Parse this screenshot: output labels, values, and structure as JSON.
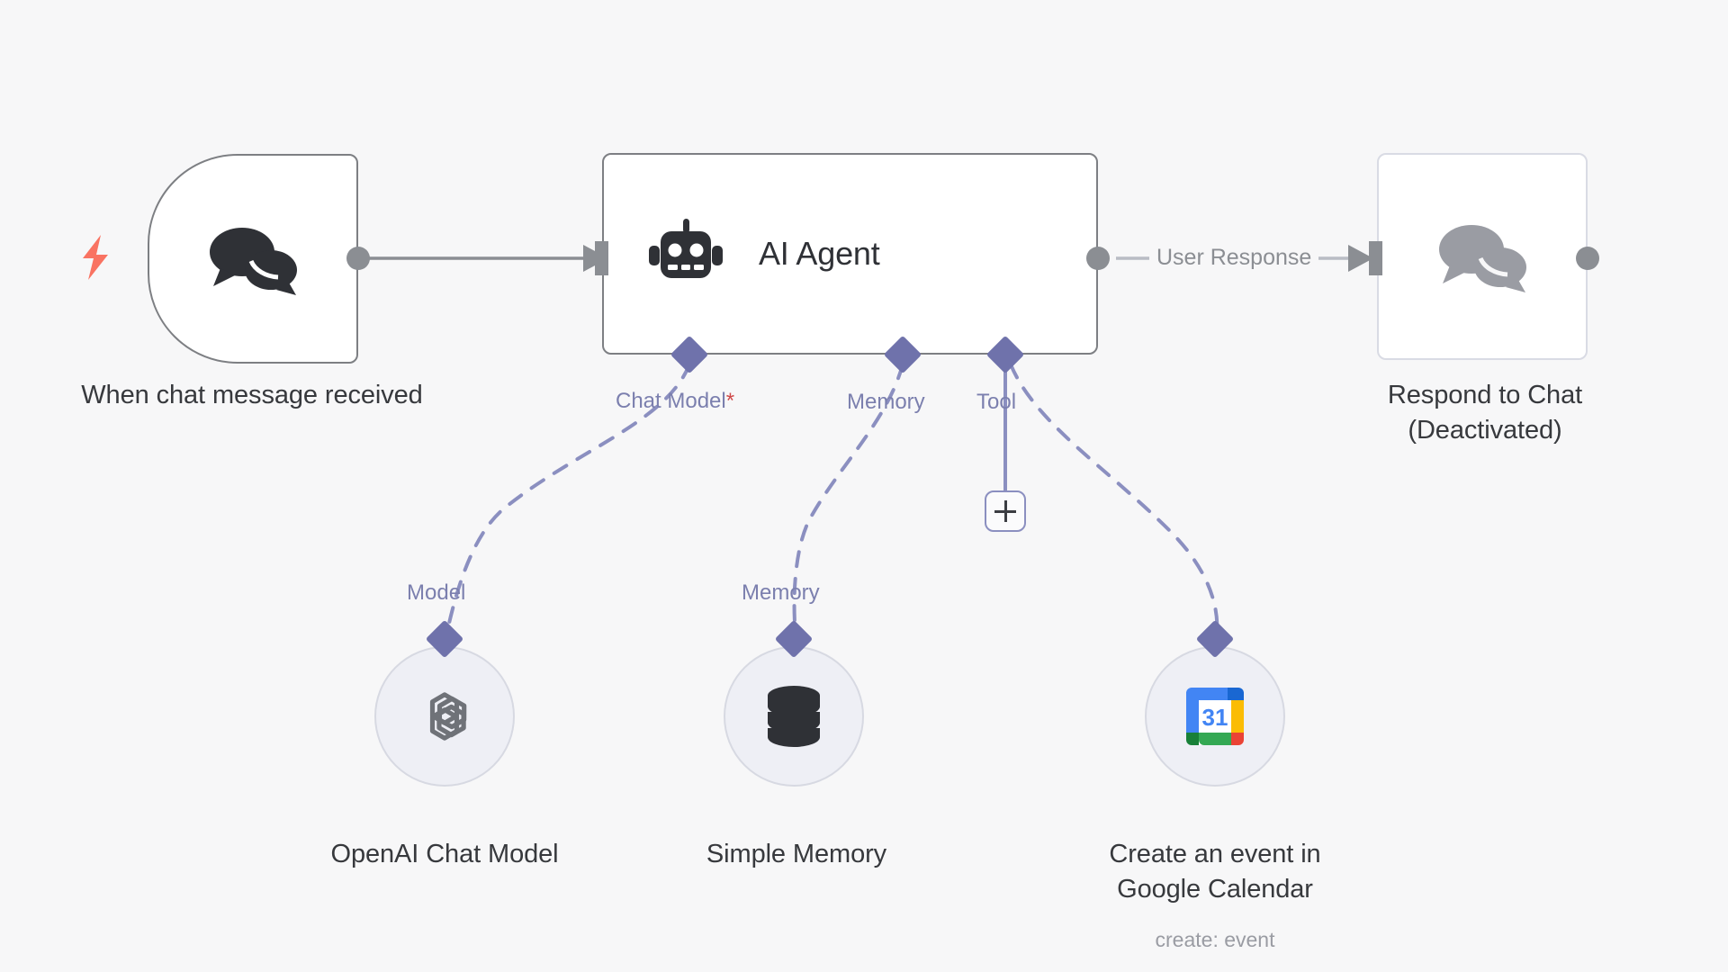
{
  "canvas": {
    "background_color": "#f7f7f8",
    "accent_color": "#6f72ab",
    "trigger_bolt_color": "#f97362",
    "required_marker_color": "#cf4848",
    "node_border_color": "#7d7f83",
    "deactivated_border_color": "#d9dbe4"
  },
  "nodes": {
    "trigger": {
      "title": "When chat message received",
      "icon": "chat-bubbles-icon",
      "trigger_icon": "lightning-bolt-icon"
    },
    "agent": {
      "title": "AI Agent",
      "icon": "robot-icon",
      "sub_ports": [
        {
          "label": "Chat Model",
          "required": true,
          "required_marker": "*"
        },
        {
          "label": "Memory",
          "required": false,
          "required_marker": ""
        },
        {
          "label": "Tool",
          "required": false,
          "required_marker": ""
        }
      ],
      "add_tool_button": "+"
    },
    "respond": {
      "title": "Respond to Chat",
      "title_line2": "(Deactivated)",
      "icon": "chat-bubbles-icon",
      "state": "deactivated"
    }
  },
  "sub_nodes": [
    {
      "id": "openai-chat-model",
      "port_label": "Model",
      "title": "OpenAI Chat Model",
      "subtitle": "",
      "icon": "openai-logo-icon"
    },
    {
      "id": "simple-memory",
      "port_label": "Memory",
      "title": "Simple Memory",
      "subtitle": "",
      "icon": "database-icon"
    },
    {
      "id": "google-calendar",
      "port_label": "",
      "title": "Create an event in Google Calendar",
      "title_line1": "Create an event in",
      "title_line2": "Google Calendar",
      "subtitle": "create: event",
      "icon": "google-calendar-icon",
      "icon_day": "31"
    }
  ],
  "edges": [
    {
      "from": "trigger",
      "to": "agent",
      "label": ""
    },
    {
      "from": "agent",
      "to": "respond",
      "label": "User Response"
    }
  ]
}
